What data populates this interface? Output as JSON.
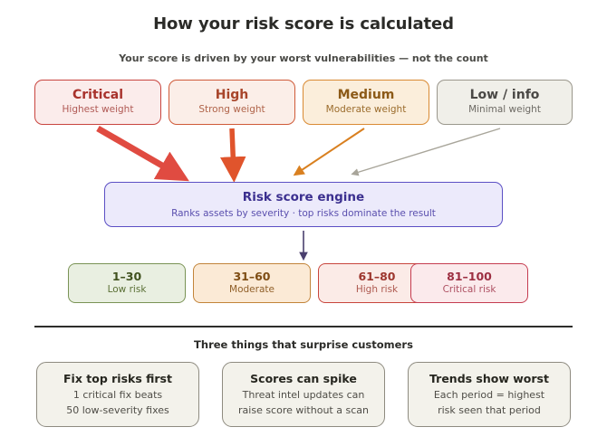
{
  "header": {
    "title": "How your risk score is calculated",
    "subtitle": "Your score is driven by your worst vulnerabilities — not the count"
  },
  "severity_cards": [
    {
      "title": "Critical",
      "weight": "Highest weight",
      "color": "#c9453f",
      "bg": "#fbeceb"
    },
    {
      "title": "High",
      "weight": "Strong weight",
      "color": "#cf5a38",
      "bg": "#fbeee8"
    },
    {
      "title": "Medium",
      "weight": "Moderate weight",
      "color": "#d98a33",
      "bg": "#fbeedb"
    },
    {
      "title": "Low / info",
      "weight": "Minimal weight",
      "color": "#9a978c",
      "bg": "#f0efe9"
    }
  ],
  "engine": {
    "title": "Risk score engine",
    "subtitle": "Ranks assets by severity · top risks dominate the result",
    "color": "#5b4fc4",
    "bg": "#eceafb"
  },
  "score_bands": [
    {
      "range": "1–30",
      "label": "Low risk",
      "color": "#7a9355",
      "bg": "#e9efe1"
    },
    {
      "range": "31–60",
      "label": "Moderate",
      "color": "#c2843a",
      "bg": "#fbead6"
    },
    {
      "range": "61–80",
      "label": "High risk",
      "color": "#c8453c",
      "bg": "#fbebe7"
    },
    {
      "range": "81–100",
      "label": "Critical risk",
      "color": "#c53c50",
      "bg": "#fbeaec"
    }
  ],
  "bottom": {
    "heading": "Three things that surprise customers",
    "tips": [
      {
        "title": "Fix top risks first",
        "line1": "1 critical fix beats",
        "line2": "50 low-severity fixes"
      },
      {
        "title": "Scores can spike",
        "line1": "Threat intel updates can",
        "line2": "raise score without a scan"
      },
      {
        "title": "Trends show worst",
        "line1": "Each period = highest",
        "line2": "risk seen that period"
      }
    ]
  },
  "arrows": {
    "critical_color": "#e04b41",
    "high_color": "#e0542c",
    "medium_color": "#d98020",
    "low_color": "#a8a59a",
    "engine_output_color": "#4a3f6e"
  }
}
